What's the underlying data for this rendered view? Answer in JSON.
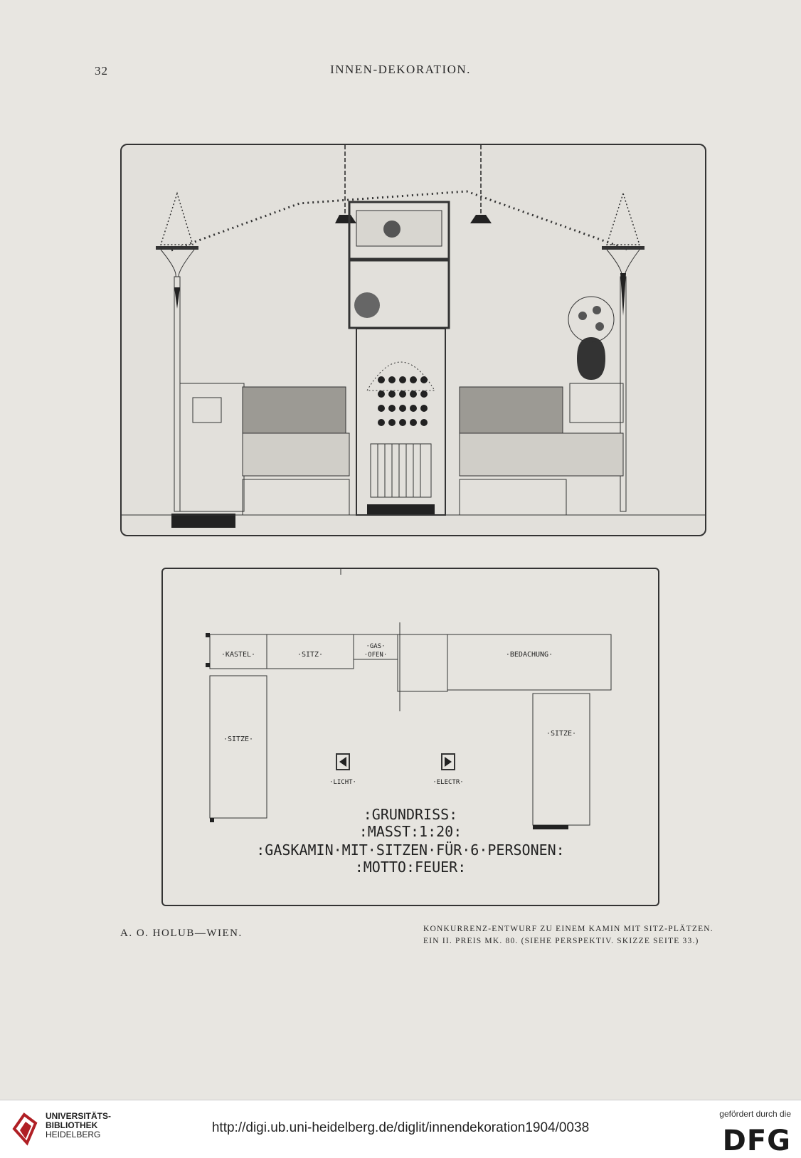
{
  "header": {
    "page_number": "32",
    "running_head": "INNEN-DEKORATION."
  },
  "plan": {
    "labels": {
      "kastel": "·KASTEL·",
      "sitz": "·SITZ·",
      "gas": "·GAS·",
      "ofen": "·OFEN·",
      "bedachung": "·BEDACHUNG·",
      "sitze_left": "·SITZE·",
      "sitze_right": "·SITZE·",
      "licht": "·LICHT·",
      "electr": "·ELECTR·"
    },
    "title_lines": {
      "grundriss": ":GRUNDRISS:",
      "masst": ":MASST:1:20:",
      "main": ":GASKAMIN·MIT·SITZEN·FÜR·6·PERSONEN:",
      "motto": ":MOTTO:FEUER:"
    }
  },
  "captions": {
    "author": "A. O. HOLUB—WIEN.",
    "desc_line1": "Konkurrenz-Entwurf zu einem Kamin mit Sitz-Plätzen.",
    "desc_line2": "Ein II. Preis Mk. 80.   (Siehe Perspektiv. Skizze Seite 33.)"
  },
  "footer": {
    "library_line1": "UNIVERSITÄTS-",
    "library_line2": "BIBLIOTHEK",
    "library_line3": "HEIDELBERG",
    "url": "http://digi.ub.uni-heidelberg.de/diglit/innendekoration1904/0038",
    "sponsor_text": "gefördert durch die",
    "sponsor_logo": "DFG"
  }
}
